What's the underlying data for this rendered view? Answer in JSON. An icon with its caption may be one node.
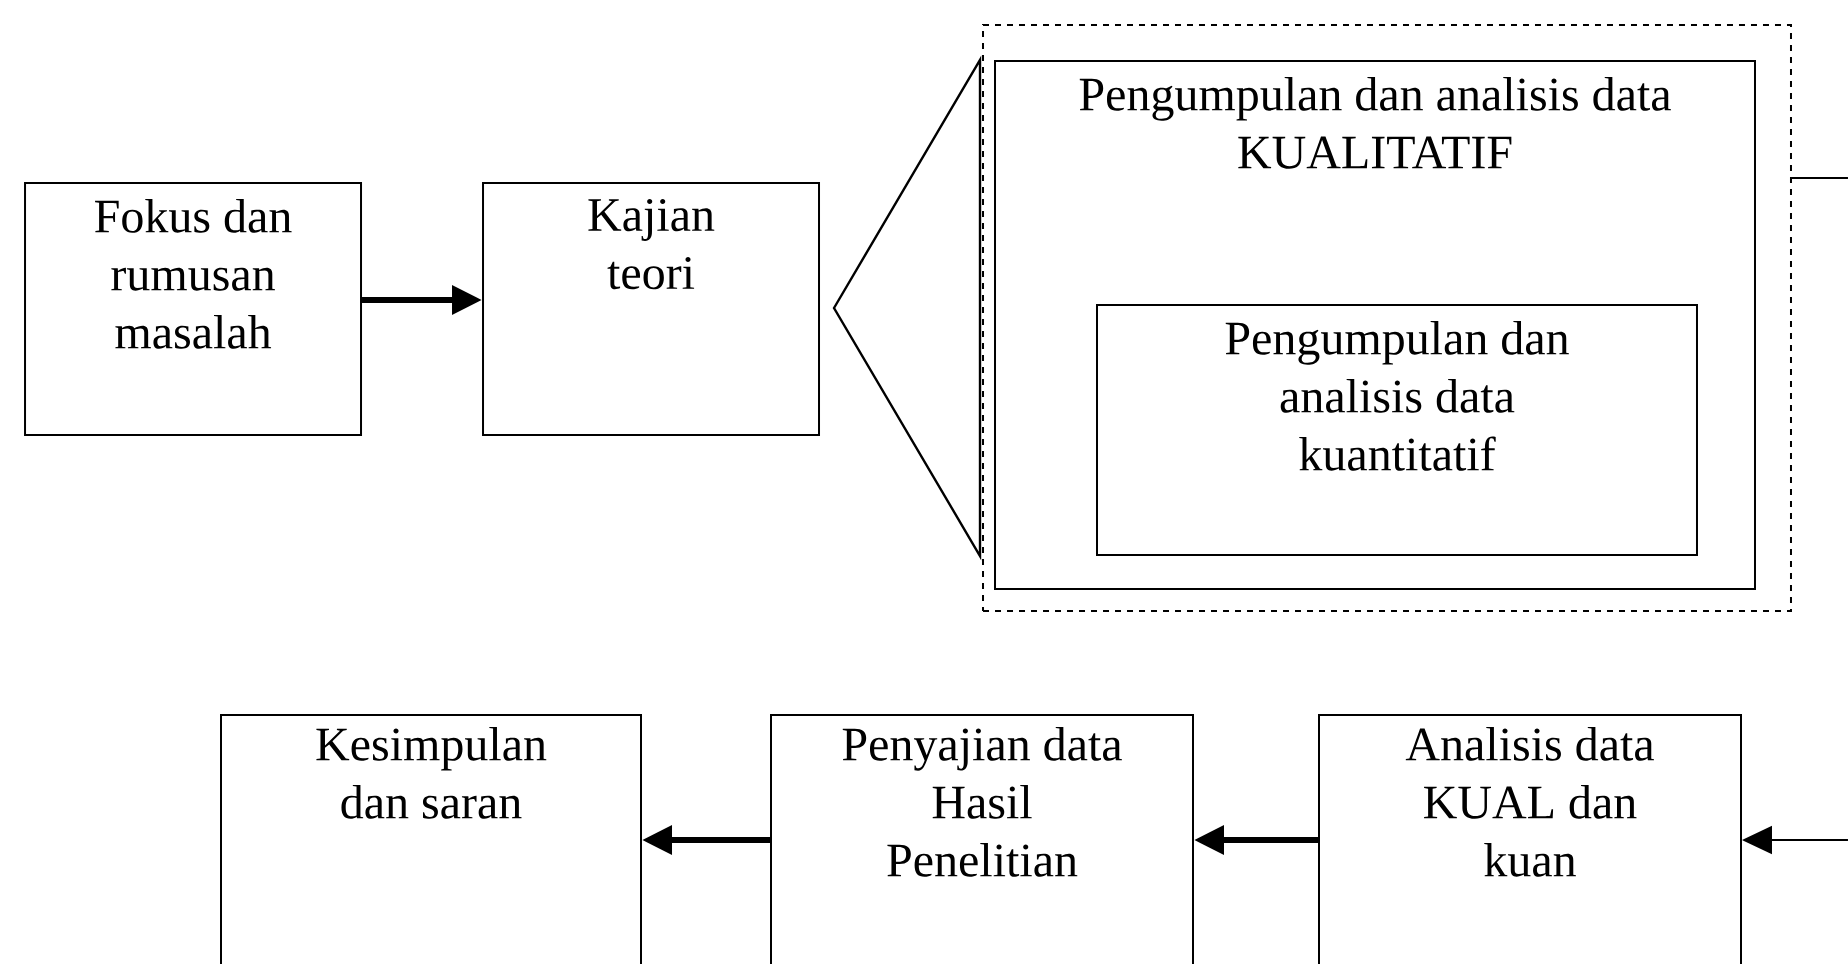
{
  "diagram": {
    "nodes": [
      {
        "text": [
          "Fokus dan rumusan masalah"
        ]
      },
      {
        "text": [
          "Kajian teori"
        ]
      },
      {
        "text": [],
        "shape": "triangle"
      },
      {
        "text": [],
        "shape": "box"
      },
      {
        "text": [
          "Pengumpulan dan analisis data KUALITATIF"
        ],
        "in": 3
      },
      {
        "text": [
          "Pengumpulan dan analisis data kuantitatif"
        ],
        "in": 4
      },
      {
        "text": [
          "Kesimpulan dan saran"
        ]
      },
      {
        "text": [
          "Penyajian data Hasil Penelitian"
        ]
      },
      {
        "text": [
          "Analisis data KUAL dan kuan"
        ]
      }
    ],
    "edges": [
      {
        "from": 0,
        "to": 1,
        "arrow": "to"
      },
      {
        "from": 3,
        "to": 8,
        "arrow": "to"
      },
      {
        "from": 8,
        "to": 7,
        "arrow": "to"
      },
      {
        "from": 7,
        "to": 6,
        "arrow": "to"
      }
    ]
  }
}
